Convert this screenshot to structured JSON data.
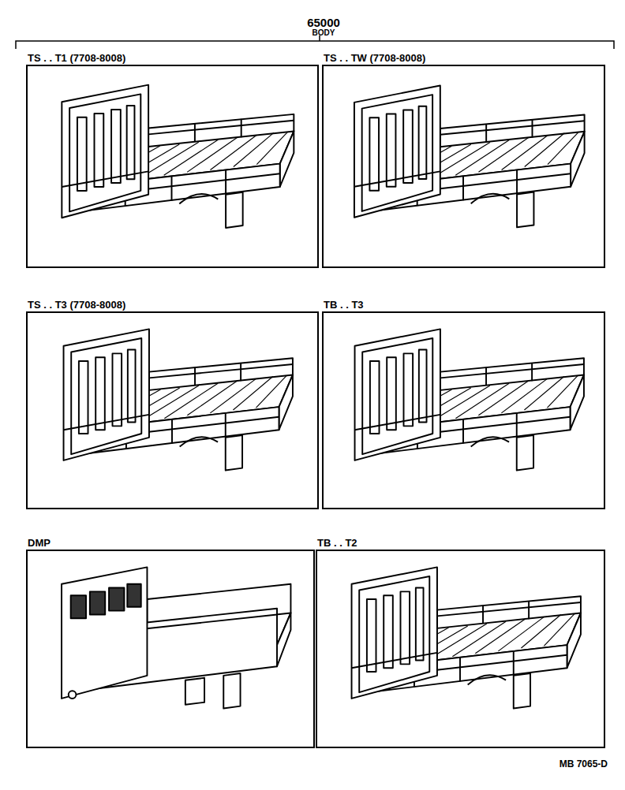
{
  "diagram": {
    "title": "65000",
    "nodes": [
      {
        "text": [
          "TS . . T1 (7708-8008)"
        ]
      },
      {
        "text": [
          "TS . . TW (7708-8008)"
        ]
      },
      {
        "text": [
          "TS . . T3 (7708-8008)"
        ]
      },
      {
        "text": [
          "TB . . T3"
        ]
      },
      {
        "text": [
          "DMP"
        ]
      },
      {
        "text": [
          "TB . . T2"
        ]
      }
    ],
    "labels": [
      "BODY",
      "MB 7065-D"
    ]
  }
}
